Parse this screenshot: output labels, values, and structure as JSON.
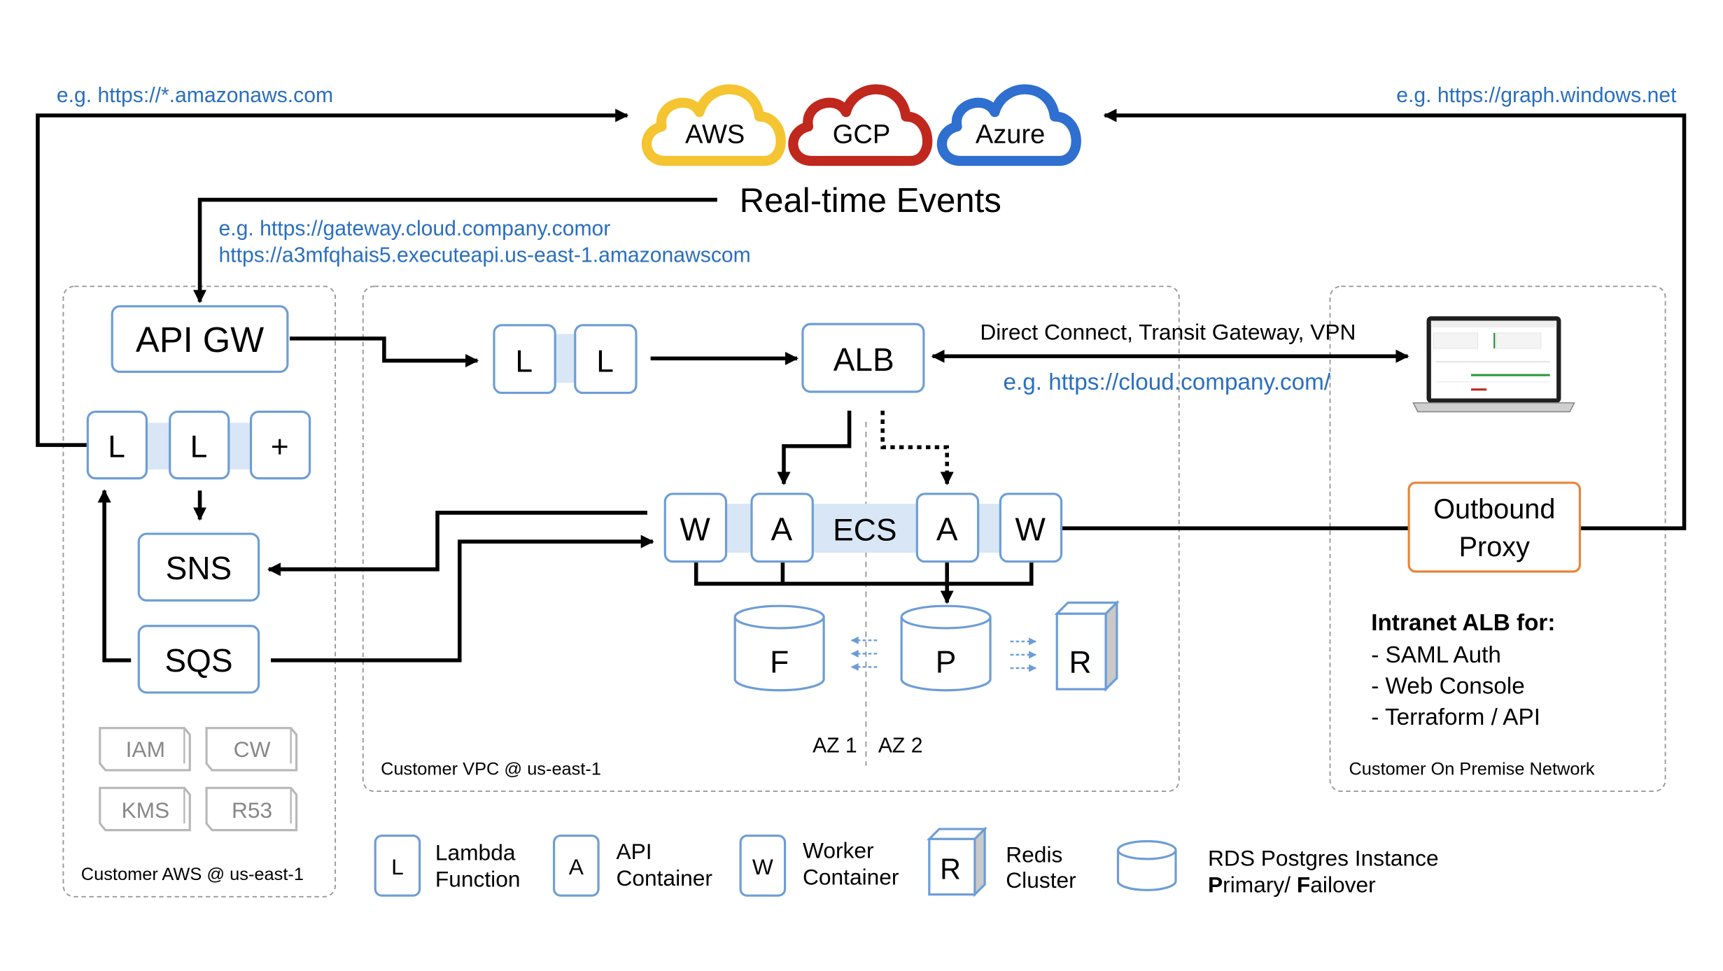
{
  "links": {
    "aws_example": "e.g. https://*.amazonaws.com",
    "azure_example": "e.g. https://graph.windows.net",
    "gateway_example_1": "e.g. https://gateway.cloud.company.comor",
    "gateway_example_2": "https://a3mfqhais5.executeapi.us-east-1.amazonawscom",
    "alb_example": "e.g. https://cloud.company.com/"
  },
  "clouds": {
    "aws": "AWS",
    "gcp": "GCP",
    "azure": "Azure"
  },
  "realtime": "Real-time Events",
  "aws_region": {
    "label": "Customer AWS @ us-east-1",
    "api_gw": "API GW",
    "lambda1": "L",
    "lambda2": "L",
    "plus": "+",
    "sns": "SNS",
    "sqs": "SQS",
    "services": [
      "IAM",
      "CW",
      "KMS",
      "R53"
    ]
  },
  "vpc": {
    "label": "Customer VPC @ us-east-1",
    "lambda1": "L",
    "lambda2": "L",
    "alb": "ALB",
    "ecs": {
      "w1": "W",
      "a1": "A",
      "label": "ECS",
      "a2": "A",
      "w2": "W"
    },
    "db_f": "F",
    "db_p": "P",
    "redis": "R",
    "az1": "AZ 1",
    "az2": "AZ 2"
  },
  "connection": "Direct Connect, Transit Gateway, VPN",
  "onprem": {
    "label": "Customer On Premise Network",
    "proxy_line1": "Outbound",
    "proxy_line2": "Proxy",
    "intranet_title": "Intranet ALB for:",
    "intranet_items": [
      "- SAML Auth",
      "- Web Console",
      "- Terraform / API"
    ]
  },
  "legend": {
    "lambda_symbol": "L",
    "lambda_line1": "Lambda",
    "lambda_line2": "Function",
    "api_symbol": "A",
    "api_line1": "API",
    "api_line2": "Container",
    "worker_symbol": "W",
    "worker_line1": "Worker",
    "worker_line2": "Container",
    "redis_symbol": "R",
    "redis_line1": "Redis",
    "redis_line2": "Cluster",
    "rds_line1": "RDS Postgres Instance",
    "rds_line2_p": "P",
    "rds_line2_rimary": "rimary/ ",
    "rds_line2_f": "F",
    "rds_line2_ailover": "ailover"
  },
  "colors": {
    "link_blue": "#2a6fbf",
    "box_border": "#6d9dd6",
    "band": "#d8e6f5",
    "aws_yellow": "#f5c431",
    "gcp_red": "#c0271d",
    "azure_blue": "#2e6fd0",
    "proxy_orange": "#e8843a",
    "service_gray": "#b8b8b8"
  }
}
